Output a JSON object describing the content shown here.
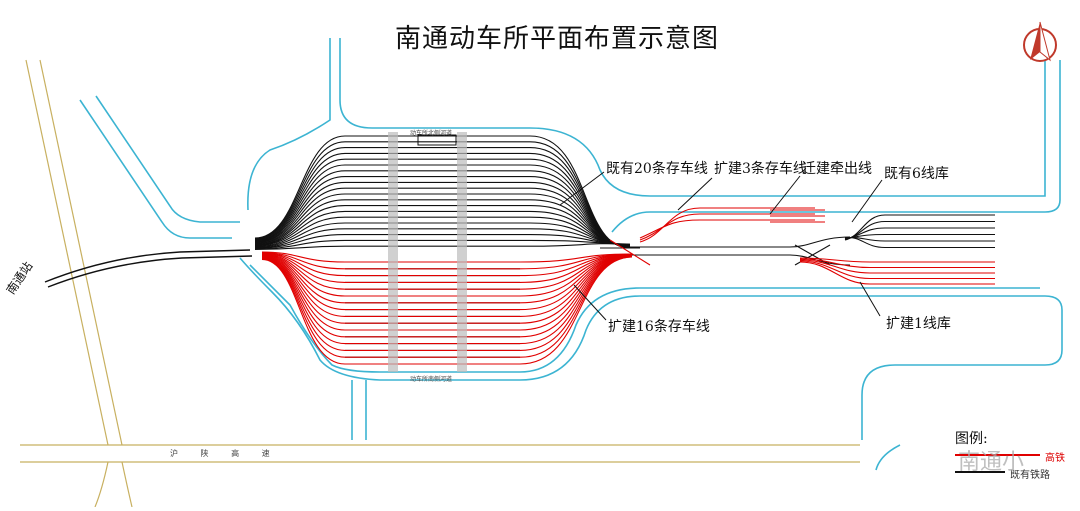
{
  "title": "南通动车所平面布置示意图",
  "labels": {
    "existing_20": "既有20条存车线",
    "expand_3": "扩建3条存车线",
    "move_pull": "迁建牵出线",
    "existing_6": "既有6线库",
    "expand_16": "扩建16条存车线",
    "expand_1": "扩建1线库",
    "station": "南通站"
  },
  "roads": {
    "south": "沪 陕 高 速",
    "north_canal": "动车所北侧河道",
    "south_canal": "动车所南侧河道"
  },
  "legend": {
    "title": "图例:",
    "red_label": "高铁",
    "black_label": "既有铁路"
  },
  "watermark": "南通小",
  "colors": {
    "existing": "#111111",
    "expansion": "#e00000",
    "water": "#3cb4d2",
    "road": "#c8b060"
  },
  "icons": {
    "north_arrow": "north-arrow-icon"
  }
}
